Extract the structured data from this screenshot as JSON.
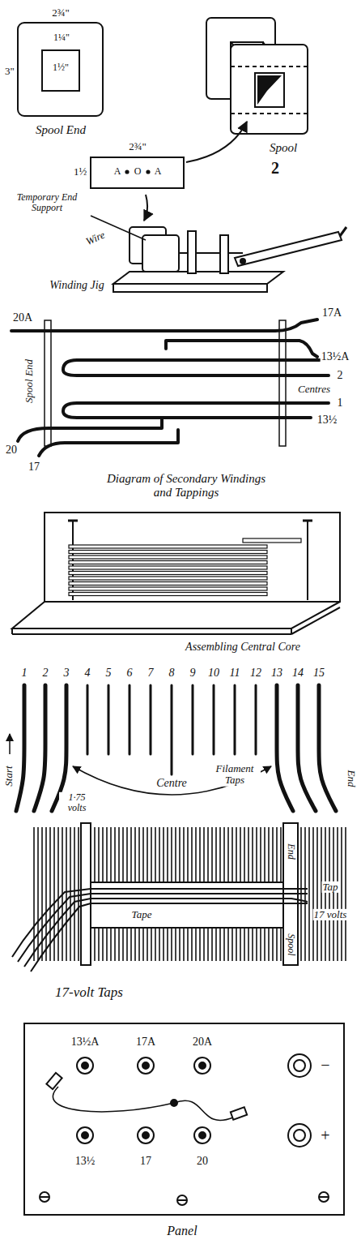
{
  "diagram": {
    "labels": [
      "2¾\"",
      "3\"",
      "1¼\"",
      "1½\"",
      "Spool End",
      "Spool",
      "2",
      "2¾\"",
      "1½",
      "A",
      "O",
      "A",
      "Temporary End Support",
      "Wire",
      "Winding Jig",
      "20A",
      "17A",
      "Spool End",
      "13½A",
      "2",
      "Centres",
      "1",
      "20",
      "13½",
      "17",
      "Diagram of Secondary Windings and Tappings",
      "Assembling Central Core",
      "1",
      "2",
      "3",
      "4",
      "5",
      "6",
      "7",
      "8",
      "9",
      "10",
      "11",
      "12",
      "13",
      "14",
      "15",
      "Start",
      "1·75 volts",
      "Centre",
      "Filament Taps",
      "End",
      "End",
      "Tap",
      "17 volts",
      "Spool",
      "Tape",
      "17-volt Taps",
      "13½A",
      "17A",
      "20A",
      "−",
      "13½",
      "17",
      "20",
      "+",
      "Panel"
    ]
  }
}
